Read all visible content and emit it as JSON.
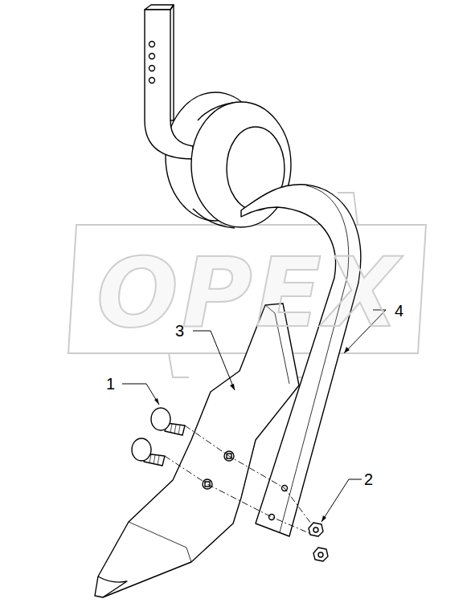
{
  "diagram": {
    "labels": [
      "OPEX",
      "4",
      "3",
      "1",
      "2"
    ]
  }
}
